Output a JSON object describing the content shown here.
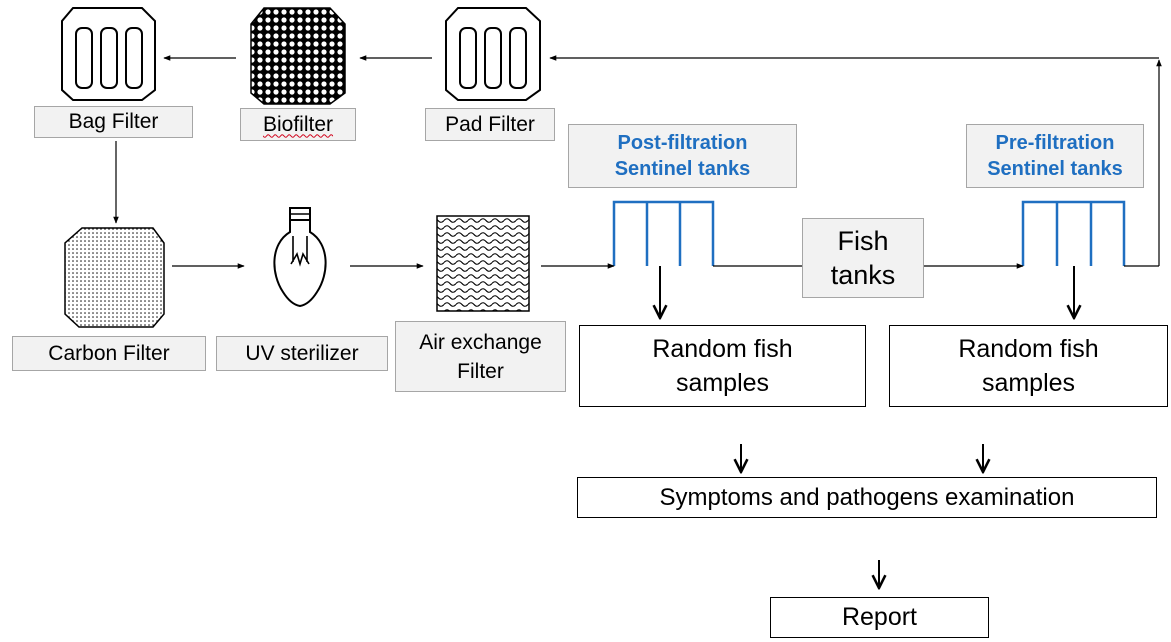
{
  "components": {
    "bag_filter": "Bag Filter",
    "biofilter": "Biofilter",
    "pad_filter": "Pad Filter",
    "carbon_filter": "Carbon Filter",
    "uv_sterilizer": "UV sterilizer",
    "air_exchange_line1": "Air exchange",
    "air_exchange_line2": "Filter",
    "fish_tanks_line1": "Fish",
    "fish_tanks_line2": "tanks"
  },
  "sentinels": {
    "post_line1": "Post-filtration",
    "post_line2": "Sentinel tanks",
    "pre_line1": "Pre-filtration",
    "pre_line2": "Sentinel tanks"
  },
  "process": {
    "random_samples_left_line1": "Random fish",
    "random_samples_left_line2": "samples",
    "random_samples_right_line1": "Random fish",
    "random_samples_right_line2": "samples",
    "examination": "Symptoms and pathogens examination",
    "report": "Report"
  },
  "colors": {
    "sentinel_text": "#1f6fc1",
    "sentinel_tank_lines": "#1f6fc1",
    "label_fill": "#f2f2f2",
    "label_border": "#a6a6a6",
    "arrows": "#000000"
  }
}
